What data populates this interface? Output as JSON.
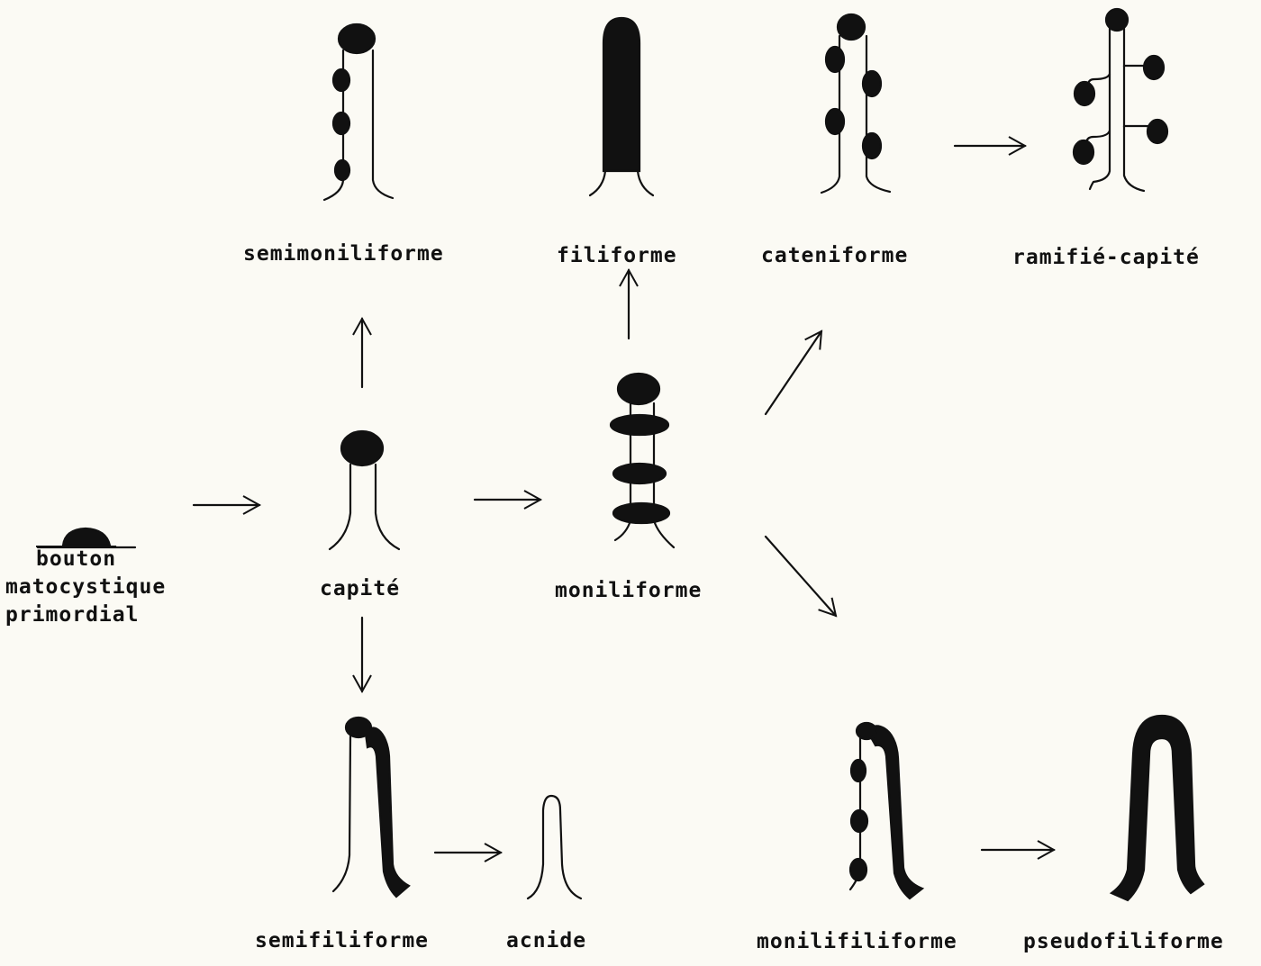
{
  "colors": {
    "ink": "#111111",
    "paper": "#fbfaf4"
  },
  "labels": {
    "semimoniliforme": "semimoniliforme",
    "filiforme": "filiforme",
    "cateniforme": "cateniforme",
    "ramifie_capite": "ramifié-capité",
    "bouton": "bouton",
    "matocystique": "matocystique",
    "primordial": "primordial",
    "capite": "capité",
    "moniliforme": "moniliforme",
    "semifiliforme": "semifiliforme",
    "acnide": "acnide",
    "monilifiliforme": "monilifiliforme",
    "pseudofiliforme": "pseudofiliforme"
  },
  "arrows": [
    {
      "from": "bouton matocystique primordial",
      "to": "capité"
    },
    {
      "from": "capité",
      "to": "semimoniliforme"
    },
    {
      "from": "capité",
      "to": "moniliforme"
    },
    {
      "from": "capité",
      "to": "semifiliforme"
    },
    {
      "from": "moniliforme",
      "to": "filiforme"
    },
    {
      "from": "moniliforme",
      "to": "cateniforme"
    },
    {
      "from": "moniliforme",
      "to": "monilifiliforme"
    },
    {
      "from": "cateniforme",
      "to": "ramifié-capité"
    },
    {
      "from": "semifiliforme",
      "to": "acnide"
    },
    {
      "from": "monilifiliforme",
      "to": "pseudofiliforme"
    }
  ]
}
